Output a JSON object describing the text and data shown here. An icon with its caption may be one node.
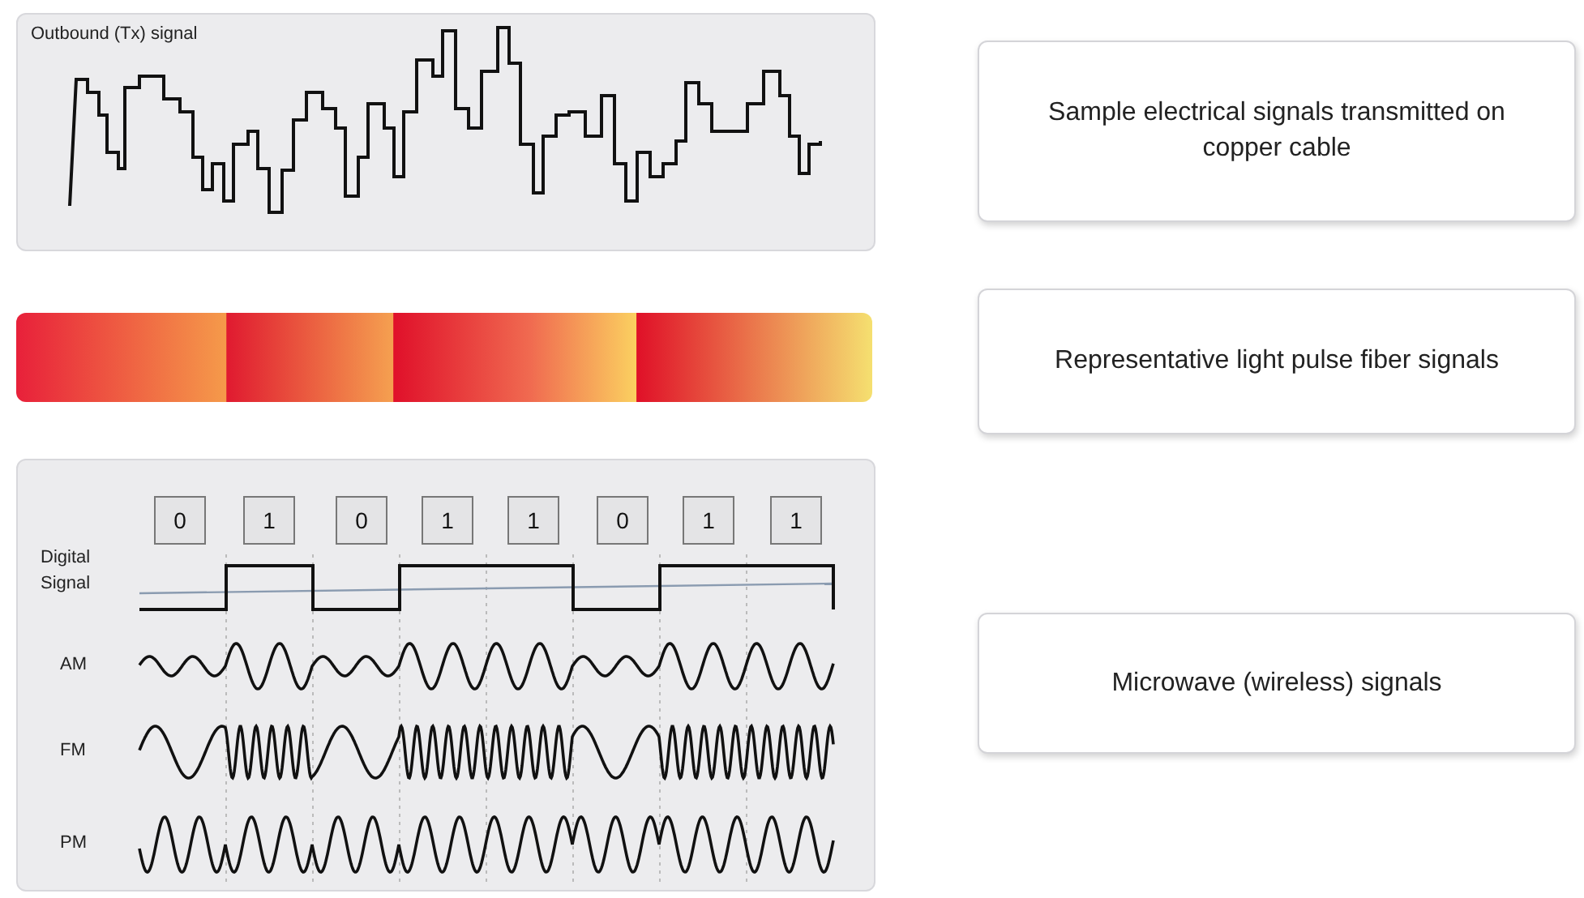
{
  "diagram": {
    "nodes": [
      {
        "text": [
          "Outbound (Tx) signal"
        ]
      },
      {
        "text": [
          "Sample electrical signals transmitted on copper cable"
        ]
      },
      {
        "text": [],
        "shape": "bar"
      },
      {
        "text": [
          "Representative light pulse fiber signals"
        ]
      },
      {
        "text": [
          "Digital Signal",
          "AM",
          "FM",
          "PM"
        ]
      },
      {
        "text": [
          "0"
        ],
        "in": 4
      },
      {
        "text": [
          "1"
        ],
        "in": 4
      },
      {
        "text": [
          "0"
        ],
        "in": 4
      },
      {
        "text": [
          "1"
        ],
        "in": 4
      },
      {
        "text": [
          "1"
        ],
        "in": 4
      },
      {
        "text": [
          "0"
        ],
        "in": 4
      },
      {
        "text": [
          "1"
        ],
        "in": 4
      },
      {
        "text": [
          "1"
        ],
        "in": 4
      },
      {
        "text": [
          "Microwave (wireless) signals"
        ]
      }
    ],
    "edges": []
  }
}
